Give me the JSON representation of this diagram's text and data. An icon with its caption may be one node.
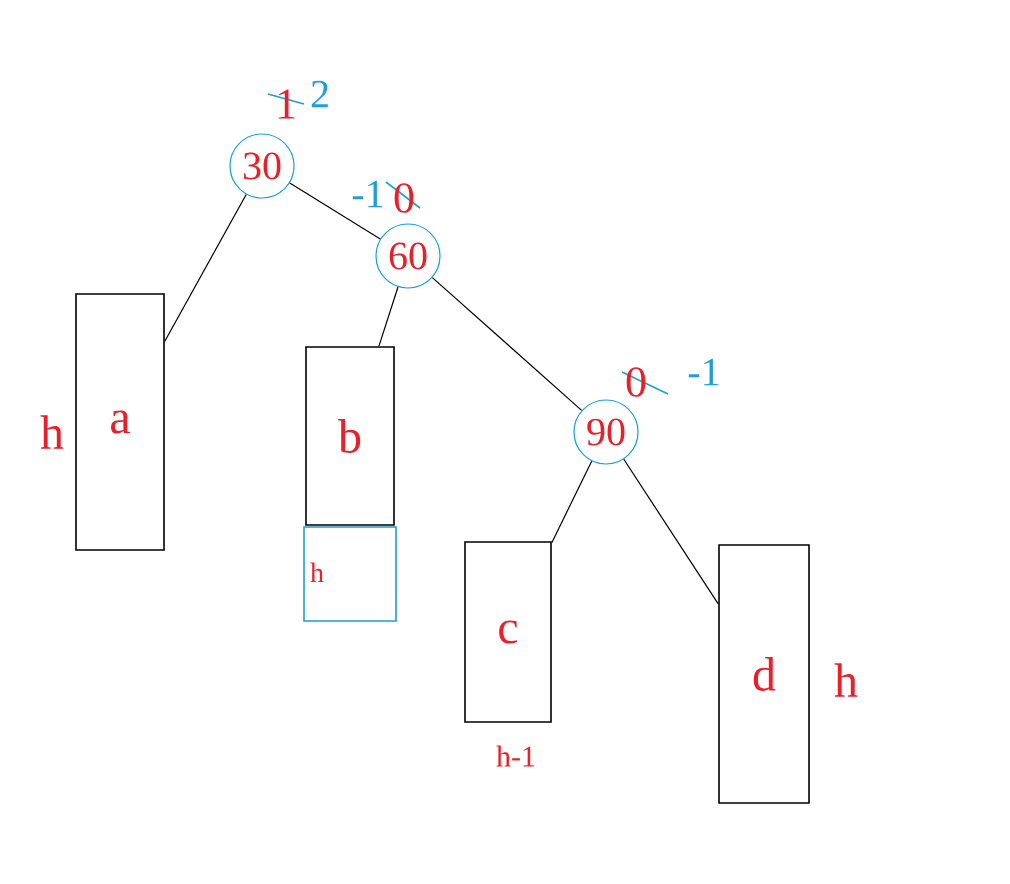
{
  "diagram": {
    "nodes": [
      {
        "text": [
          "30"
        ],
        "beside": [
          "1",
          "2"
        ]
      },
      {
        "text": [
          "a"
        ],
        "beside": [
          "h"
        ]
      },
      {
        "text": [
          "60"
        ],
        "beside": [
          "-1",
          "0"
        ]
      },
      {
        "text": [
          "b"
        ]
      },
      {
        "text": [
          "h"
        ]
      },
      {
        "text": [
          "90"
        ],
        "beside": [
          "0",
          "-1"
        ]
      },
      {
        "text": [
          "c"
        ],
        "beside": [
          "h-1"
        ]
      },
      {
        "text": [
          "d"
        ],
        "beside": [
          "h"
        ]
      }
    ],
    "edges": [
      {
        "from": 0,
        "to": 1,
        "arrow": "none"
      },
      {
        "from": 0,
        "to": 2,
        "arrow": "none"
      },
      {
        "from": 2,
        "to": 3,
        "arrow": "none"
      },
      {
        "from": 2,
        "to": 5,
        "arrow": "none"
      },
      {
        "from": 5,
        "to": 6,
        "arrow": "none"
      },
      {
        "from": 5,
        "to": 7,
        "arrow": "none"
      }
    ]
  }
}
